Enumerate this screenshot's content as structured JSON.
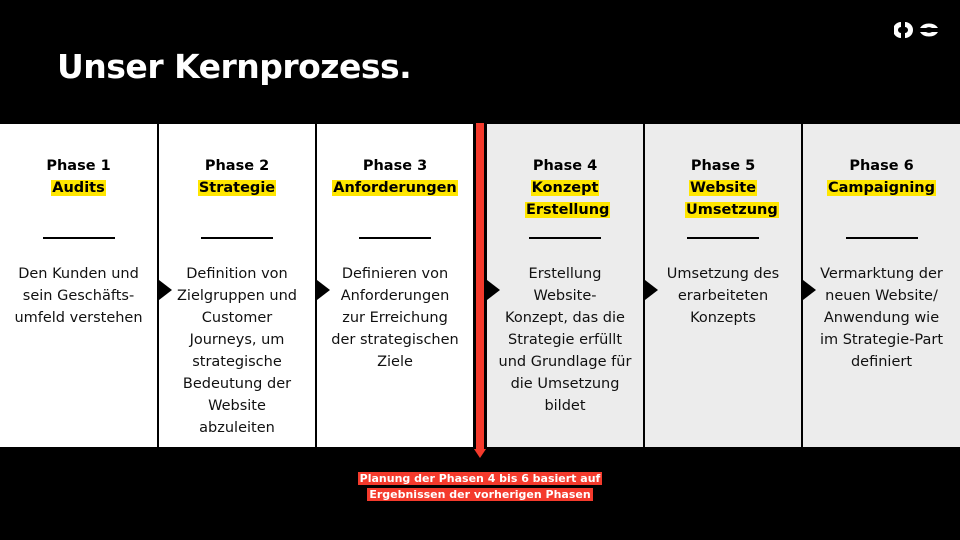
{
  "title": "Unser Kernprozess.",
  "logo_icon": "oc-logo",
  "colors": {
    "highlight": "#ffe600",
    "accent_red": "#f43a2c",
    "background": "#000000",
    "panel_gray": "#ececec"
  },
  "phases": [
    {
      "label": "Phase 1",
      "name": "Audits",
      "desc": "Den Kunden und\nsein Geschäfts-\numfeld verstehen"
    },
    {
      "label": "Phase 2",
      "name": "Strategie",
      "desc": "Definition von\nZielgruppen und\nCustomer\nJourneys, um\nstrategische\nBedeutung der\nWebsite\nabzuleiten"
    },
    {
      "label": "Phase 3",
      "name": "Anforderungen",
      "desc": "Definieren von\nAnforderungen\nzur Erreichung\nder strategischen\nZiele"
    },
    {
      "label": "Phase 4",
      "name": "Konzept Erstellung",
      "desc": "Erstellung\nWebsite-\nKonzept, das die\nStrategie erfüllt\nund Grundlage für\ndie Umsetzung\nbildet"
    },
    {
      "label": "Phase 5",
      "name": "Website Umsetzung",
      "desc": "Umsetzung des\nerarbeiteten\nKonzepts"
    },
    {
      "label": "Phase 6",
      "name": "Campaigning",
      "desc": "Vermarktung der\nneuen Website/\nAnwendung wie\nim Strategie-Part\ndefiniert"
    }
  ],
  "note": {
    "line1": "Planung der Phasen 4 bis 6 basiert auf",
    "line2": "Ergebnissen der vorherigen Phasen"
  }
}
